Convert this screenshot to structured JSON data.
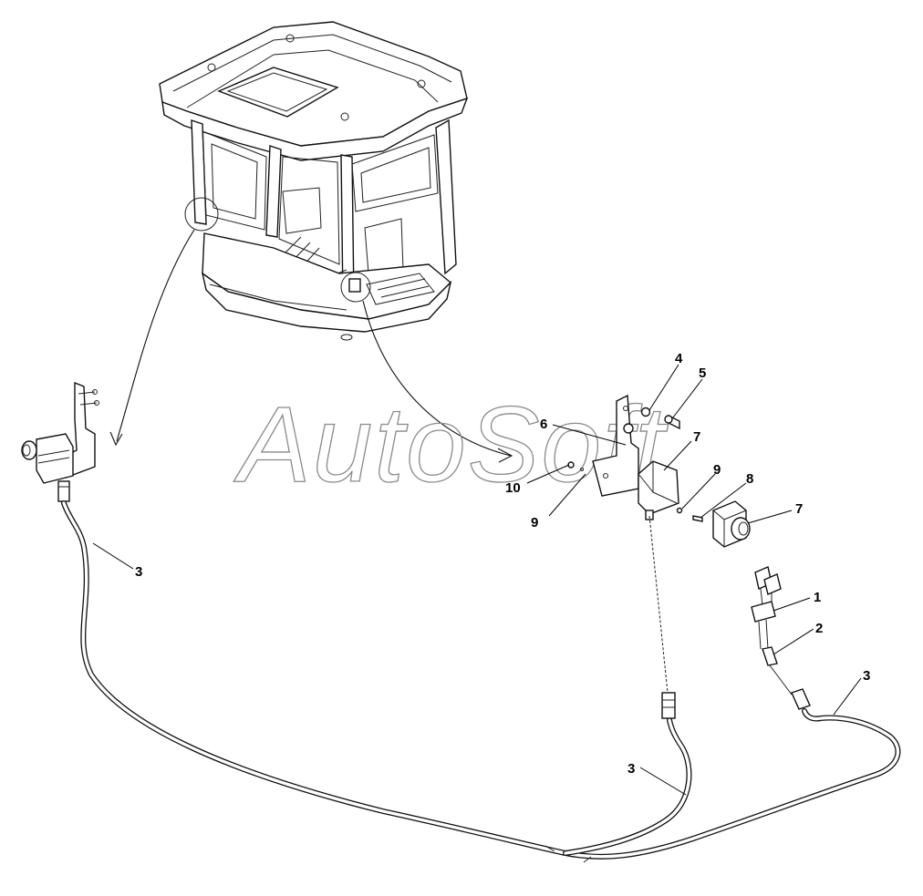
{
  "watermark": "AutoSoft",
  "callouts": [
    {
      "id": "c4",
      "label": "4"
    },
    {
      "id": "c5",
      "label": "5"
    },
    {
      "id": "c6",
      "label": "6"
    },
    {
      "id": "c7a",
      "label": "7"
    },
    {
      "id": "c10",
      "label": "10"
    },
    {
      "id": "c9a",
      "label": "9"
    },
    {
      "id": "c9b",
      "label": "9"
    },
    {
      "id": "c8",
      "label": "8"
    },
    {
      "id": "c7b",
      "label": "7"
    },
    {
      "id": "c3a",
      "label": "3"
    },
    {
      "id": "c1",
      "label": "1"
    },
    {
      "id": "c2",
      "label": "2"
    },
    {
      "id": "c3b",
      "label": "3"
    },
    {
      "id": "c3c",
      "label": "3"
    }
  ]
}
